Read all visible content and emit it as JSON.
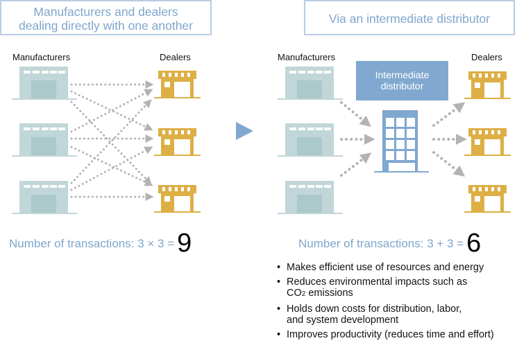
{
  "left_panel": {
    "title_line1": "Manufacturers and dealers",
    "title_line2": "dealing directly with one another",
    "manufacturers_label": "Manufacturers",
    "dealers_label": "Dealers",
    "transactions_text": "Number of transactions: 3 × 3 =",
    "transactions_value": "9"
  },
  "right_panel": {
    "title": "Via an intermediate distributor",
    "manufacturers_label": "Manufacturers",
    "dealers_label": "Dealers",
    "distributor_line1": "Intermediate",
    "distributor_line2": "distributor",
    "transactions_text": "Number of transactions: 3 + 3 =",
    "transactions_value": "6",
    "benefits": [
      {
        "line1": "Makes efficient use of resources and energy",
        "line2": ""
      },
      {
        "line1": "Reduces environmental impacts such as",
        "line2_pre": "CO",
        "line2_sub": "2",
        "line2_post": " emissions"
      },
      {
        "line1": "Holds down costs for distribution, labor,",
        "line2": "and system development"
      },
      {
        "line1": "Improves productivity (reduces time and effort)",
        "line2": ""
      }
    ]
  },
  "icons": {
    "factory": "factory-icon",
    "shop": "shop-icon",
    "building": "office-building-icon",
    "arrow": "play-arrow-icon"
  },
  "colors": {
    "title_blue": "#7fa6cc",
    "factory": "#c1d6d8",
    "shop": "#ddaf45",
    "building": "#80a8d0",
    "arrow_gray": "#b3b3b3"
  }
}
